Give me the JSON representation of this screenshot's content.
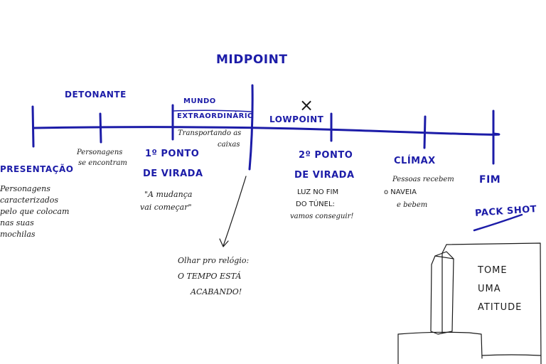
{
  "colors": {
    "blue_ink": "#1c1ca8",
    "black_ink": "#1a1a1a",
    "paper": "#ffffff"
  },
  "header": {
    "midpoint": "MIDPOINT"
  },
  "above_line": {
    "detonante": "DETONANTE",
    "mundo_1": "MUNDO",
    "mundo_2": "EXTRAORDINÁRIO",
    "lowpoint": "LOWPOINT",
    "lowpoint_mark": "×"
  },
  "below_line": {
    "detonante_note_1": "Personagens",
    "detonante_note_2": "se encontram",
    "mundo_note_1": "Transportando as",
    "mundo_note_2": "caixas",
    "apresentacao": "PRESENTAÇÃO",
    "apresentacao_notes": [
      "Personagens",
      "caracterizados",
      "pelo que colocam",
      "nas suas",
      "mochilas"
    ],
    "ponto1_1": "1º PONTO",
    "ponto1_2": "DE VIRADA",
    "ponto1_note_1": "\"A mudança",
    "ponto1_note_2": "vai começar\"",
    "ponto2_1": "2º PONTO",
    "ponto2_2": "DE VIRADA",
    "ponto2_notes": [
      "LUZ NO FIM",
      "DO TÚNEL:",
      "vamos conseguir!"
    ],
    "climax": "CLÍMAX",
    "climax_notes": [
      "Pessoas recebem",
      "o NAVEIA",
      "e bebem"
    ],
    "fim": "FIM",
    "packshot": "PACK SHOT"
  },
  "midpoint_note": [
    "Olhar pro relógio:",
    "O TEMPO ESTÁ",
    "ACABANDO!"
  ],
  "packshot_box": {
    "line1": "TOME",
    "line2": "UMA",
    "line3": "ATITUDE"
  }
}
